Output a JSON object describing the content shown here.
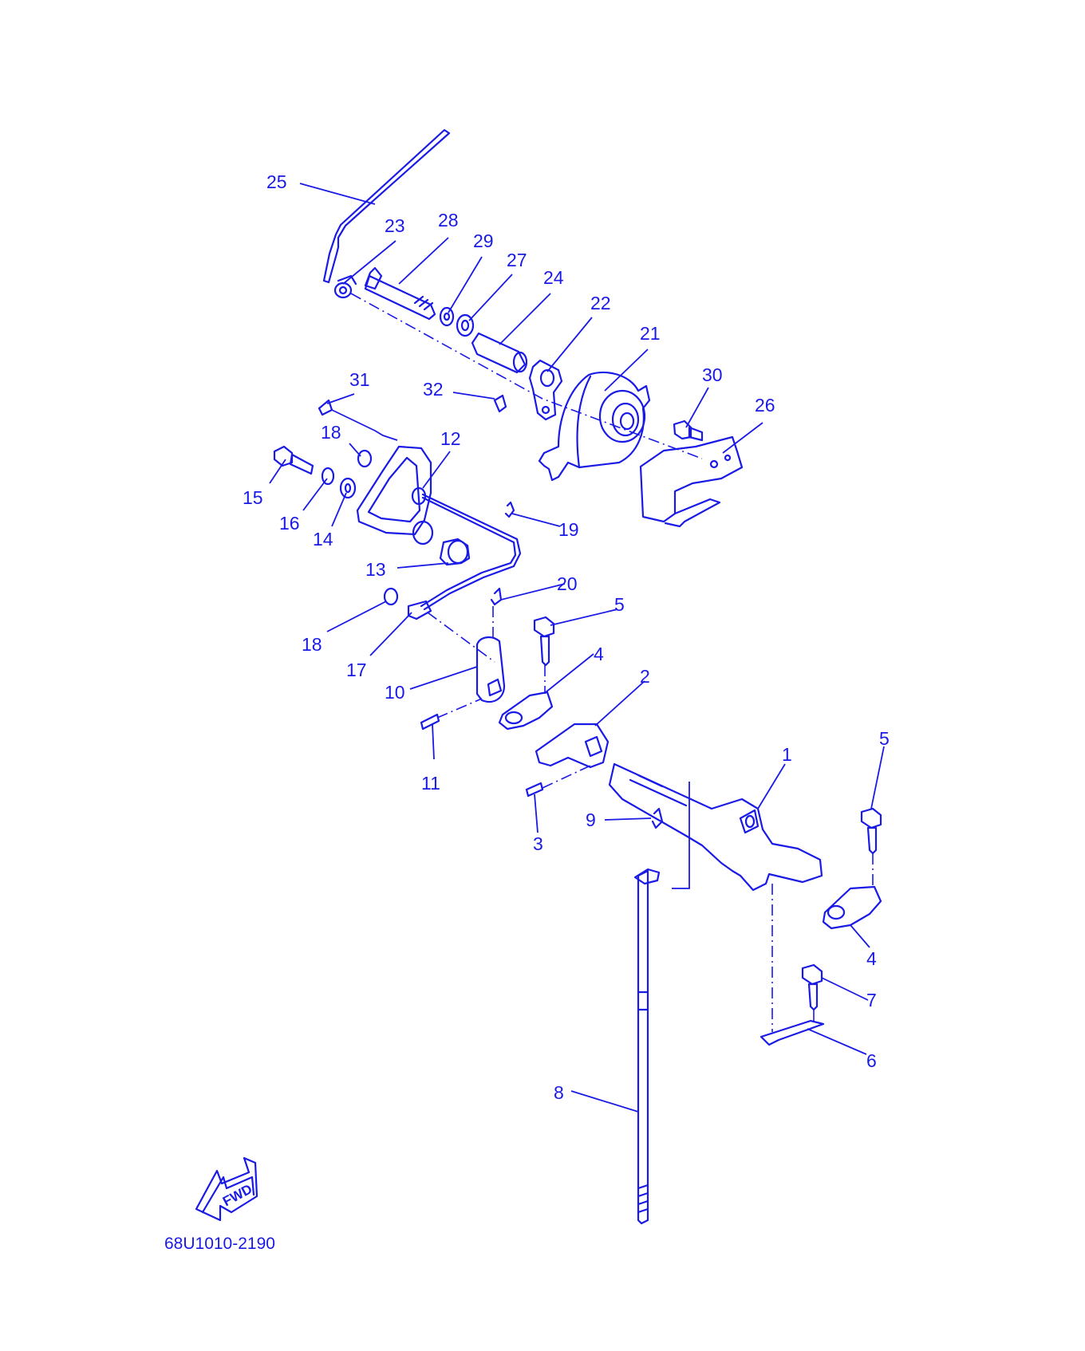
{
  "diagram": {
    "callouts": [
      "25",
      "23",
      "28",
      "29",
      "27",
      "24",
      "22",
      "21",
      "31",
      "32",
      "30",
      "26",
      "18",
      "12",
      "15",
      "16",
      "14",
      "19",
      "13",
      "20",
      "5",
      "18",
      "17",
      "4",
      "10",
      "2",
      "11",
      "1",
      "5",
      "9",
      "3",
      "4",
      "7",
      "6",
      "8"
    ],
    "fwd_label": "FWD",
    "part_code": "68U1010-2190"
  },
  "colors": {
    "ink": "#1a1ae6",
    "background": "#ffffff"
  }
}
